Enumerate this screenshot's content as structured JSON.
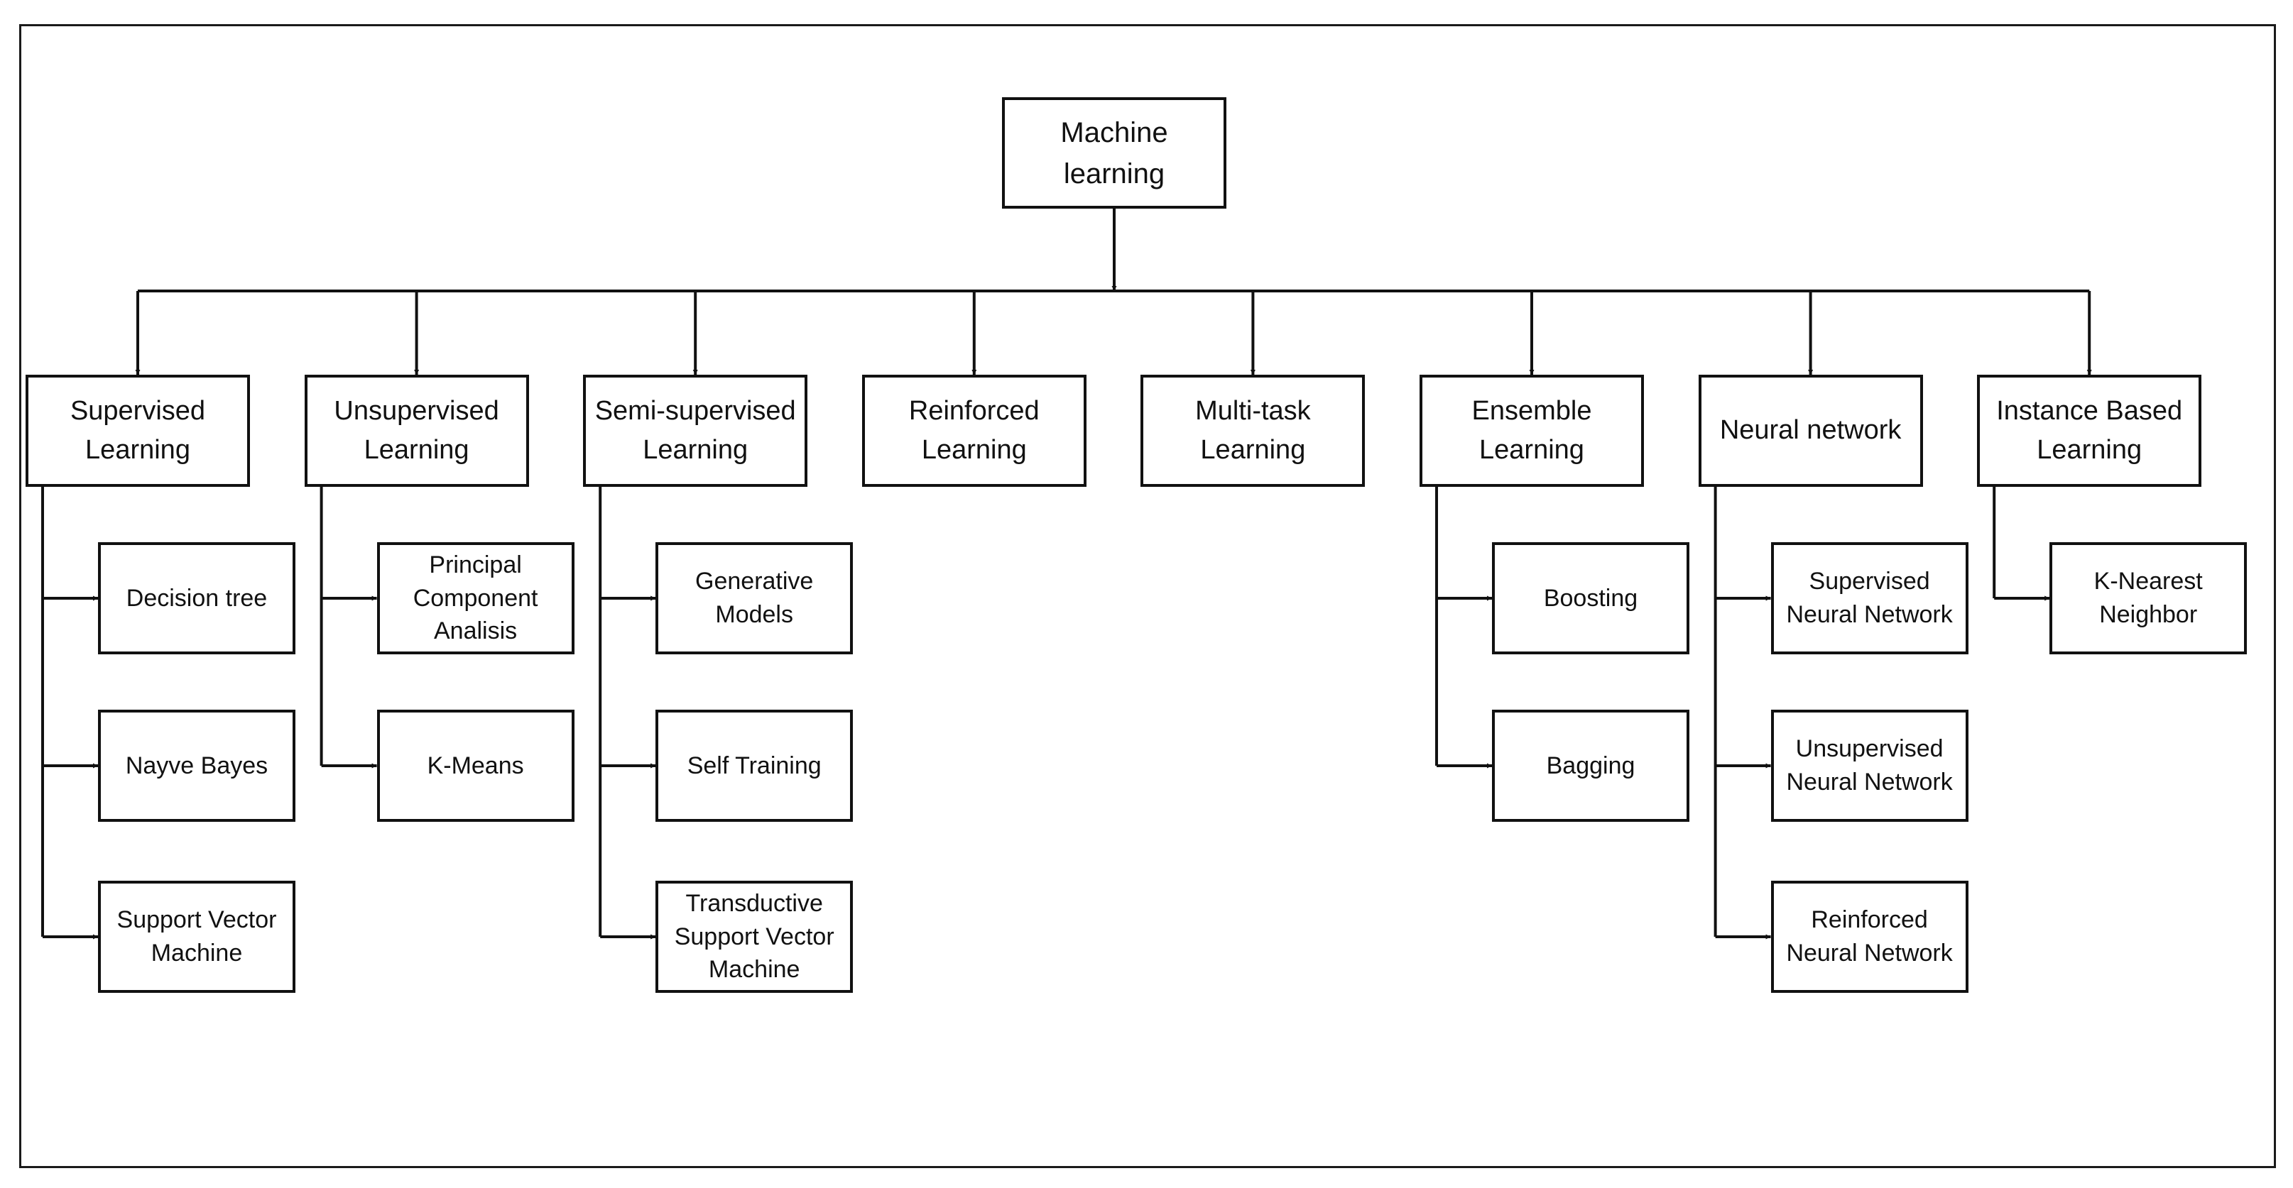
{
  "root": {
    "label": "Machine learning"
  },
  "categories": [
    {
      "id": "supervised",
      "label": "Supervised\nLearning",
      "children": [
        "Decision tree",
        "Nayve Bayes",
        "Support Vector\nMachine"
      ]
    },
    {
      "id": "unsupervised",
      "label": "Unsupervised\nLearning",
      "children": [
        "Principal\nComponent\nAnalisis",
        "K-Means"
      ]
    },
    {
      "id": "semi-supervised",
      "label": "Semi-supervised\nLearning",
      "children": [
        "Generative\nModels",
        "Self Training",
        "Transductive\nSupport Vector\nMachine"
      ]
    },
    {
      "id": "reinforced",
      "label": "Reinforced\nLearning",
      "children": []
    },
    {
      "id": "multi-task",
      "label": "Multi-task\nLearning",
      "children": []
    },
    {
      "id": "ensemble",
      "label": "Ensemble\nLearning",
      "children": [
        "Boosting",
        "Bagging"
      ]
    },
    {
      "id": "neural-network",
      "label": "Neural network",
      "children": [
        "Supervised\nNeural Network",
        "Unsupervised\nNeural Network",
        "Reinforced\nNeural Network"
      ]
    },
    {
      "id": "instance-based",
      "label": "Instance Based\nLearning",
      "children": [
        "K-Nearest\nNeighbor"
      ]
    }
  ]
}
